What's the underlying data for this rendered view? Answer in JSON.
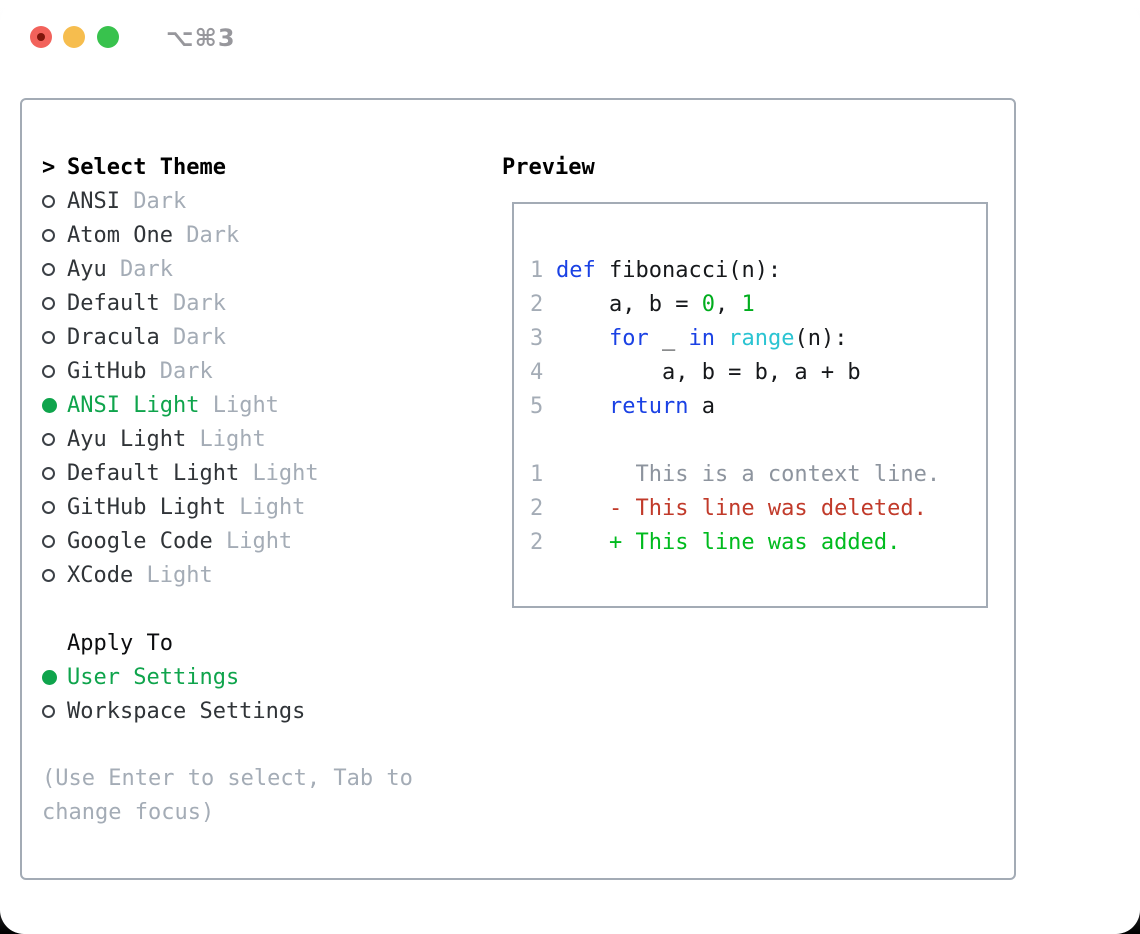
{
  "window": {
    "title": "⌥⌘3",
    "traffic_lights": {
      "close": "close",
      "minimize": "minimize",
      "zoom": "zoom"
    }
  },
  "theme_selector": {
    "header_prefix": ">",
    "header": "Select Theme",
    "items": [
      {
        "name": "ANSI",
        "tag": "Dark",
        "selected": false
      },
      {
        "name": "Atom One",
        "tag": "Dark",
        "selected": false
      },
      {
        "name": "Ayu",
        "tag": "Dark",
        "selected": false
      },
      {
        "name": "Default",
        "tag": "Dark",
        "selected": false
      },
      {
        "name": "Dracula",
        "tag": "Dark",
        "selected": false
      },
      {
        "name": "GitHub",
        "tag": "Dark",
        "selected": false
      },
      {
        "name": "ANSI Light",
        "tag": "Light",
        "selected": true
      },
      {
        "name": "Ayu Light",
        "tag": "Light",
        "selected": false
      },
      {
        "name": "Default Light",
        "tag": "Light",
        "selected": false
      },
      {
        "name": "GitHub Light",
        "tag": "Light",
        "selected": false
      },
      {
        "name": "Google Code",
        "tag": "Light",
        "selected": false
      },
      {
        "name": "XCode",
        "tag": "Light",
        "selected": false
      }
    ]
  },
  "apply_to": {
    "header": "Apply To",
    "options": [
      {
        "label": "User Settings",
        "selected": true
      },
      {
        "label": "Workspace Settings",
        "selected": false
      }
    ]
  },
  "hint": "(Use Enter to select, Tab to change focus)",
  "preview": {
    "header": "Preview",
    "lines": [
      {
        "num": "1",
        "segs": [
          {
            "t": "def",
            "c": "kw"
          },
          {
            "t": " fibonacci(n):",
            "c": "pl"
          }
        ]
      },
      {
        "num": "2",
        "segs": [
          {
            "t": "    a, b = ",
            "c": "pl"
          },
          {
            "t": "0",
            "c": "num"
          },
          {
            "t": ", ",
            "c": "pl"
          },
          {
            "t": "1",
            "c": "num"
          }
        ]
      },
      {
        "num": "3",
        "segs": [
          {
            "t": "    ",
            "c": "pl"
          },
          {
            "t": "for",
            "c": "kw"
          },
          {
            "t": " _ ",
            "c": "pl"
          },
          {
            "t": "in",
            "c": "kw"
          },
          {
            "t": " ",
            "c": "pl"
          },
          {
            "t": "range",
            "c": "bi"
          },
          {
            "t": "(n):",
            "c": "pl"
          }
        ]
      },
      {
        "num": "4",
        "segs": [
          {
            "t": "        a, b = b, a + b",
            "c": "pl"
          }
        ]
      },
      {
        "num": "5",
        "segs": [
          {
            "t": "    ",
            "c": "pl"
          },
          {
            "t": "return",
            "c": "kw"
          },
          {
            "t": " a",
            "c": "pl"
          }
        ]
      },
      {
        "num": "",
        "segs": []
      },
      {
        "num": "1",
        "segs": [
          {
            "t": "      This is a context line.",
            "c": "ctx"
          }
        ]
      },
      {
        "num": "2",
        "segs": [
          {
            "t": "    - This line was deleted.",
            "c": "del"
          }
        ]
      },
      {
        "num": "2",
        "segs": [
          {
            "t": "    + This line was added.",
            "c": "add"
          }
        ]
      }
    ]
  },
  "colors": {
    "accent_green": "#0fa44c",
    "keyword_blue": "#1a41e4",
    "builtin_cyan": "#2bc4d2",
    "number_green": "#00ad1d",
    "added_green": "#00bb1e",
    "deleted_red": "#c13a2a",
    "context_gray": "#8d949e",
    "muted_gray": "#a4acb6",
    "text_dark": "#303438",
    "code_black": "#16181b",
    "border_gray": "#a3abb5",
    "traffic_red": "#f2625b",
    "traffic_yellow": "#f6bd4e",
    "traffic_green": "#38c24d",
    "title_gray": "#97979c"
  }
}
